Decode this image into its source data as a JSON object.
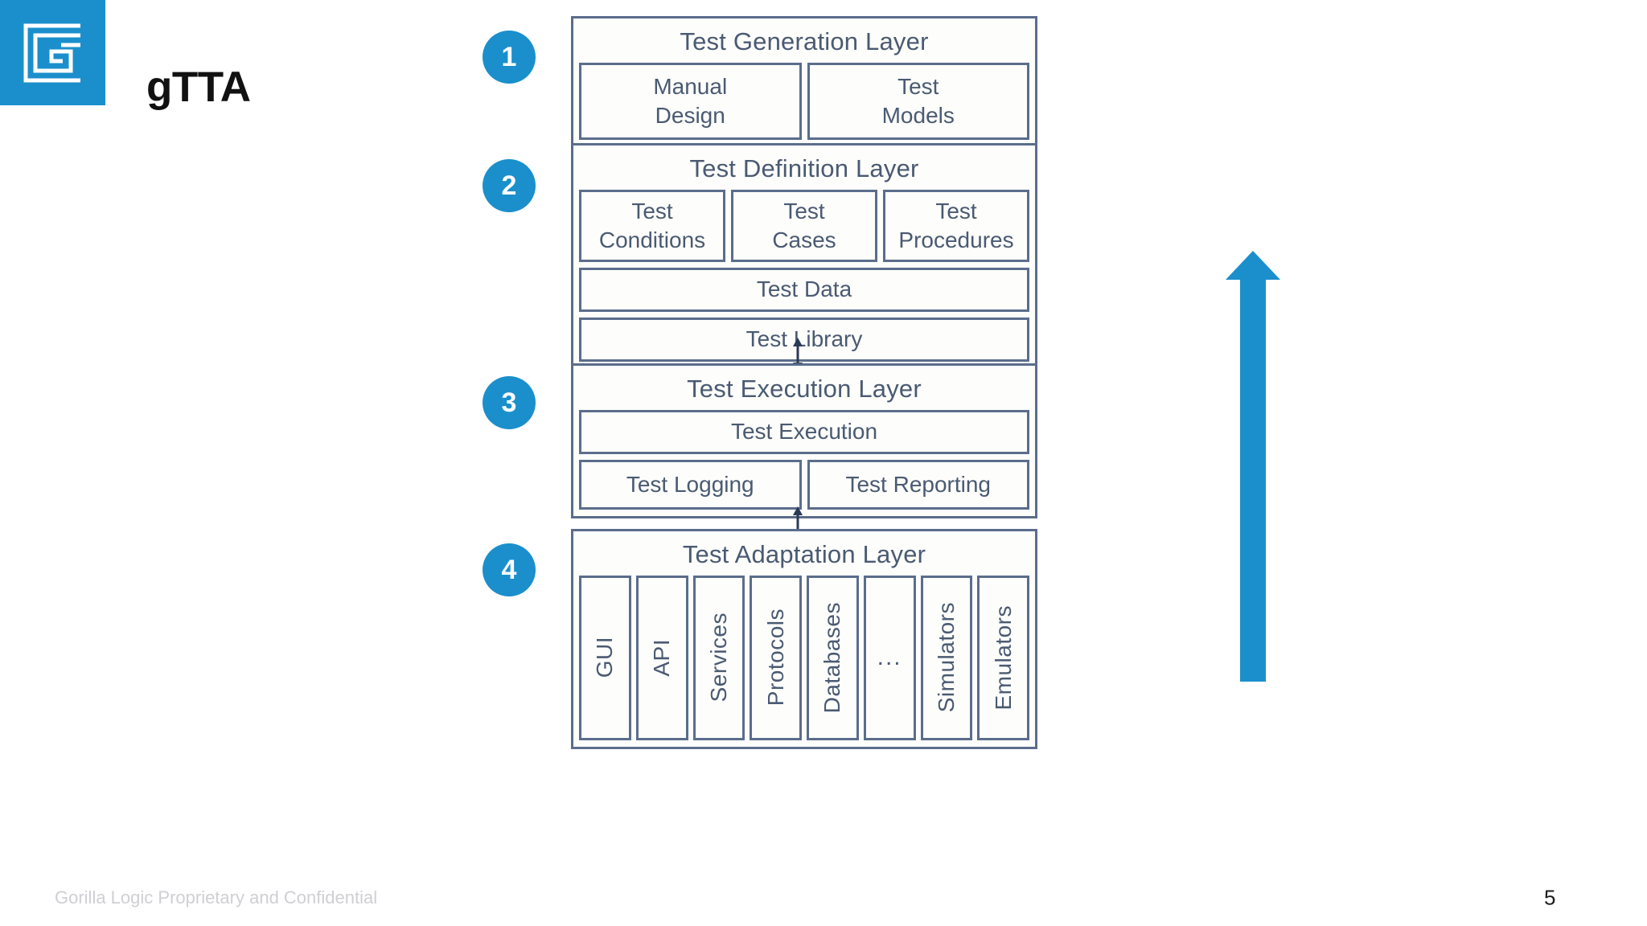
{
  "brand": {
    "logo_icon": "gorilla-logic-spiral-logo",
    "logo_background": "#1b8fcc",
    "title": "gTTA"
  },
  "accent_color": "#1b8fcc",
  "diagram_stroke_color": "#5b6d8c",
  "diagram_text_color": "#4a5a72",
  "diagram": {
    "layers": [
      {
        "step": "1",
        "title": "Test Generation Layer",
        "rows": [
          {
            "cells": [
              {
                "label": "Manual\nDesign",
                "flex": 1
              },
              {
                "label": "Test\nModels",
                "flex": 1
              }
            ]
          }
        ]
      },
      {
        "step": "2",
        "title": "Test Definition Layer",
        "rows": [
          {
            "cells": [
              {
                "label": "Test\nConditions",
                "flex": 1
              },
              {
                "label": "Test\nCases",
                "flex": 1
              },
              {
                "label": "Test\nProcedures",
                "flex": 1
              }
            ]
          },
          {
            "cells": [
              {
                "label": "Test Data",
                "flex": 1
              }
            ]
          },
          {
            "cells": [
              {
                "label": "Test Library",
                "flex": 1
              }
            ]
          }
        ]
      },
      {
        "step": "3",
        "title": "Test Execution Layer",
        "rows": [
          {
            "cells": [
              {
                "label": "Test Execution",
                "flex": 1
              }
            ]
          },
          {
            "cells": [
              {
                "label": "Test Logging",
                "flex": 1
              },
              {
                "label": "Test Reporting",
                "flex": 1
              }
            ]
          }
        ]
      },
      {
        "step": "4",
        "title": "Test Adaptation Layer",
        "columns": [
          "GUI",
          "API",
          "Services",
          "Protocols",
          "Databases",
          "...",
          "Simulators",
          "Emulators"
        ]
      }
    ],
    "connectors": [
      {
        "name": "connector-generation-definition",
        "icon": "double-headed-vertical-arrow-icon"
      },
      {
        "name": "connector-definition-execution",
        "icon": "double-headed-vertical-arrow-icon"
      },
      {
        "name": "connector-execution-adaptation",
        "icon": "double-headed-vertical-arrow-icon"
      }
    ]
  },
  "growth_arrow": {
    "icon": "upward-arrow-icon",
    "color": "#1b8fcc",
    "direction": "up"
  },
  "footer": {
    "note": "Gorilla Logic Proprietary and Confidential",
    "page_number": "5"
  }
}
